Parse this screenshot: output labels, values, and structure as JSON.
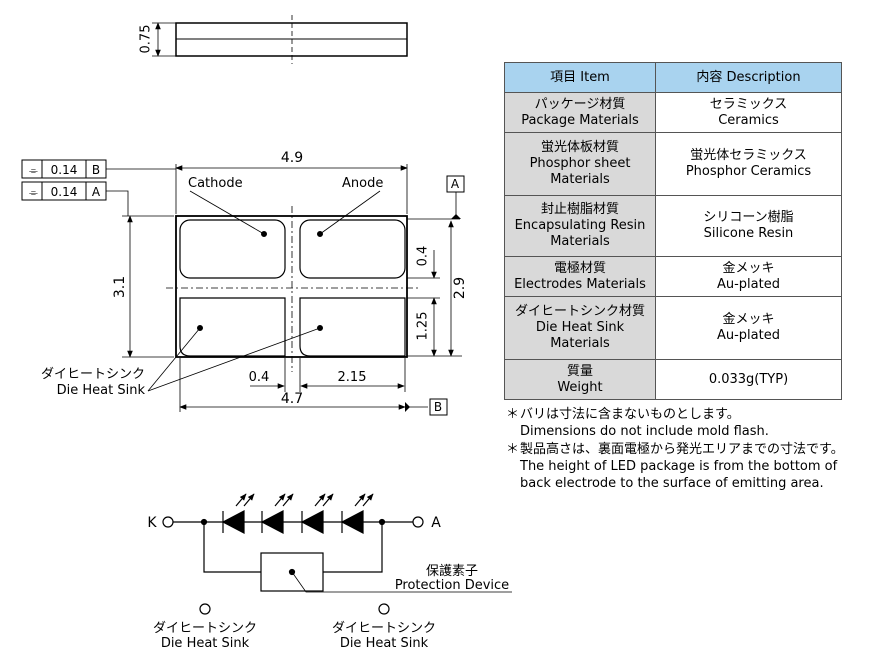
{
  "side_view": {
    "thickness": "0.75"
  },
  "top_view": {
    "width_overall": "4.9",
    "height_overall": "3.1",
    "pad_height": "2.9",
    "gap": "0.4",
    "cathode_label": "Cathode",
    "anode_label": "Anode",
    "datum_a": "A",
    "datum_b": "B",
    "tolerance_b": {
      "symbol": "⌯",
      "value": "0.14",
      "datum": "B"
    },
    "tolerance_a": {
      "symbol": "⌯",
      "value": "0.14",
      "datum": "A"
    },
    "pad_gap_vertical": "0.4",
    "lower_pad_height": "1.25",
    "pad_gap_horizontal": "0.4",
    "lower_pad_width": "2.15",
    "pad_span_width": "4.7",
    "heat_sink_label_jp": "ダイヒートシンク",
    "heat_sink_label_en": "Die Heat Sink"
  },
  "circuit": {
    "k_label": "K",
    "a_label": "A",
    "protection_jp": "保護素子",
    "protection_en": "Protection Device",
    "heat_sink_1_jp": "ダイヒートシンク",
    "heat_sink_1_en": "Die Heat Sink",
    "heat_sink_2_jp": "ダイヒートシンク",
    "heat_sink_2_en": "Die Heat Sink"
  },
  "table": {
    "header_item": "項目 Item",
    "header_desc": "内容 Description",
    "rows": [
      {
        "item": [
          "パッケージ材質",
          "Package Materials"
        ],
        "desc": [
          "セラミックス",
          "Ceramics"
        ]
      },
      {
        "item": [
          "蛍光体板材質",
          "Phosphor sheet",
          "Materials"
        ],
        "desc": [
          "蛍光体セラミックス",
          "Phosphor Ceramics"
        ]
      },
      {
        "item": [
          "封止樹脂材質",
          "Encapsulating Resin",
          "Materials"
        ],
        "desc": [
          "シリコーン樹脂",
          "Silicone Resin"
        ]
      },
      {
        "item": [
          "電極材質",
          "Electrodes Materials"
        ],
        "desc": [
          "金メッキ",
          "Au-plated"
        ]
      },
      {
        "item": [
          "ダイヒートシンク材質",
          "Die Heat Sink",
          "Materials"
        ],
        "desc": [
          "金メッキ",
          "Au-plated"
        ]
      },
      {
        "item": [
          "質量",
          "Weight"
        ],
        "desc": [
          "0.033g(TYP)"
        ]
      }
    ]
  },
  "notes": [
    {
      "mark": "＊",
      "lines": [
        "バリは寸法に含まないものとします。",
        "Dimensions do not include mold flash."
      ]
    },
    {
      "mark": "＊",
      "lines": [
        "製品高さは、裏面電極から発光エリアまでの寸法です。",
        "The height of LED package is from the bottom of",
        "back electrode to the surface of emitting area."
      ]
    }
  ]
}
